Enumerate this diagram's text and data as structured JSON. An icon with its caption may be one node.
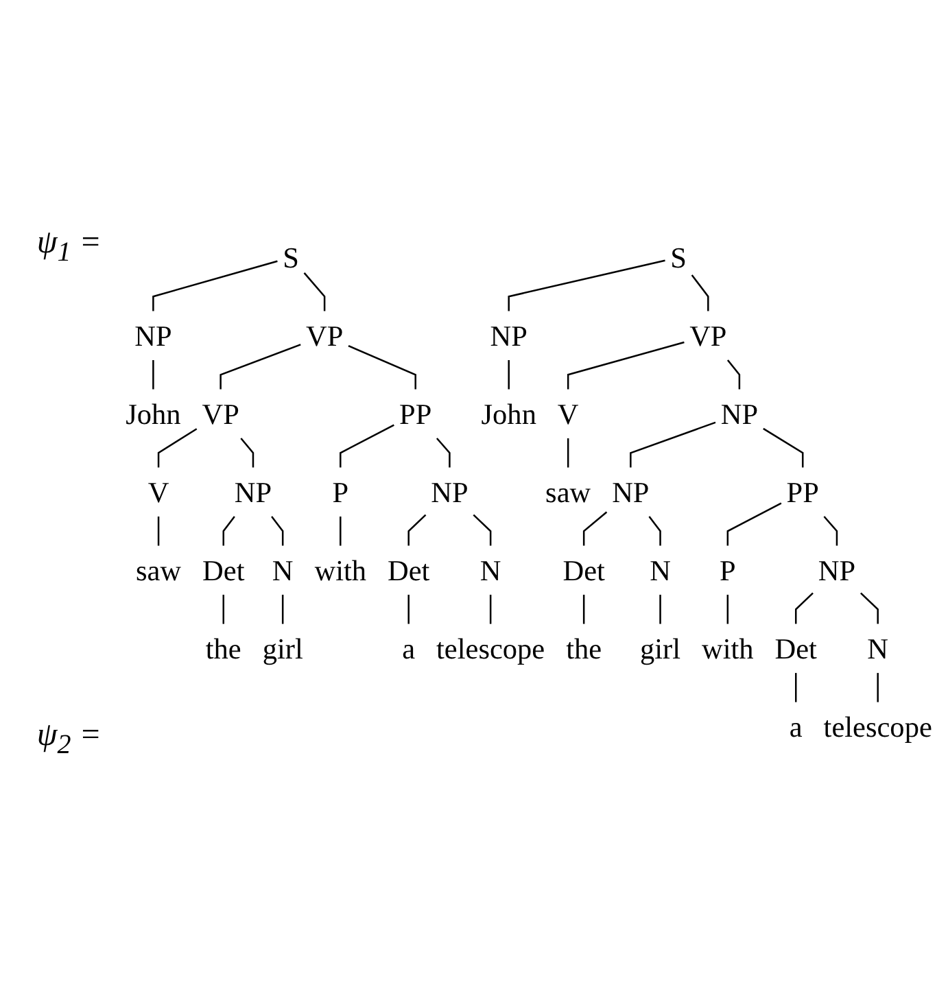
{
  "diagram": {
    "nodes": [
      {
        "text": [
          "S"
        ]
      },
      {
        "text": [
          "NP"
        ]
      },
      {
        "text": [
          "VP"
        ]
      },
      {
        "text": [
          "VP"
        ]
      },
      {
        "text": [
          "PP"
        ]
      },
      {
        "text": [
          "V"
        ]
      },
      {
        "text": [
          "NP"
        ]
      },
      {
        "text": [
          "P"
        ]
      },
      {
        "text": [
          "NP"
        ]
      },
      {
        "text": [
          "Det"
        ]
      },
      {
        "text": [
          "N"
        ]
      },
      {
        "text": [
          "Det"
        ]
      },
      {
        "text": [
          "N"
        ]
      },
      {
        "text": [
          "John"
        ]
      },
      {
        "text": [
          "saw"
        ]
      },
      {
        "text": [
          "the"
        ]
      },
      {
        "text": [
          "girl"
        ]
      },
      {
        "text": [
          "with"
        ]
      },
      {
        "text": [
          "a"
        ]
      },
      {
        "text": [
          "telescope"
        ]
      },
      {
        "text": [
          "S"
        ]
      },
      {
        "text": [
          "NP"
        ]
      },
      {
        "text": [
          "VP"
        ]
      },
      {
        "text": [
          "V"
        ]
      },
      {
        "text": [
          "NP"
        ]
      },
      {
        "text": [
          "NP"
        ]
      },
      {
        "text": [
          "PP"
        ]
      },
      {
        "text": [
          "Det"
        ]
      },
      {
        "text": [
          "N"
        ]
      },
      {
        "text": [
          "P"
        ]
      },
      {
        "text": [
          "NP"
        ]
      },
      {
        "text": [
          "Det"
        ]
      },
      {
        "text": [
          "N"
        ]
      },
      {
        "text": [
          "John"
        ]
      },
      {
        "text": [
          "saw"
        ]
      },
      {
        "text": [
          "the"
        ]
      },
      {
        "text": [
          "girl"
        ]
      },
      {
        "text": [
          "with"
        ]
      },
      {
        "text": [
          "a"
        ]
      },
      {
        "text": [
          "telescope"
        ]
      }
    ],
    "edges": [
      {
        "from": 0,
        "to": 1,
        "arrow": "none"
      },
      {
        "from": 0,
        "to": 2,
        "arrow": "none"
      },
      {
        "from": 1,
        "to": 13,
        "arrow": "none"
      },
      {
        "from": 2,
        "to": 3,
        "arrow": "none"
      },
      {
        "from": 2,
        "to": 4,
        "arrow": "none"
      },
      {
        "from": 3,
        "to": 5,
        "arrow": "none"
      },
      {
        "from": 3,
        "to": 6,
        "arrow": "none"
      },
      {
        "from": 5,
        "to": 14,
        "arrow": "none"
      },
      {
        "from": 6,
        "to": 9,
        "arrow": "none"
      },
      {
        "from": 6,
        "to": 10,
        "arrow": "none"
      },
      {
        "from": 9,
        "to": 15,
        "arrow": "none"
      },
      {
        "from": 10,
        "to": 16,
        "arrow": "none"
      },
      {
        "from": 4,
        "to": 7,
        "arrow": "none"
      },
      {
        "from": 4,
        "to": 8,
        "arrow": "none"
      },
      {
        "from": 7,
        "to": 17,
        "arrow": "none"
      },
      {
        "from": 8,
        "to": 11,
        "arrow": "none"
      },
      {
        "from": 8,
        "to": 12,
        "arrow": "none"
      },
      {
        "from": 11,
        "to": 18,
        "arrow": "none"
      },
      {
        "from": 12,
        "to": 19,
        "arrow": "none"
      },
      {
        "from": 20,
        "to": 21,
        "arrow": "none"
      },
      {
        "from": 20,
        "to": 22,
        "arrow": "none"
      },
      {
        "from": 21,
        "to": 33,
        "arrow": "none"
      },
      {
        "from": 22,
        "to": 23,
        "arrow": "none"
      },
      {
        "from": 22,
        "to": 24,
        "arrow": "none"
      },
      {
        "from": 23,
        "to": 34,
        "arrow": "none"
      },
      {
        "from": 24,
        "to": 25,
        "arrow": "none"
      },
      {
        "from": 24,
        "to": 26,
        "arrow": "none"
      },
      {
        "from": 25,
        "to": 27,
        "arrow": "none"
      },
      {
        "from": 25,
        "to": 28,
        "arrow": "none"
      },
      {
        "from": 27,
        "to": 35,
        "arrow": "none"
      },
      {
        "from": 28,
        "to": 36,
        "arrow": "none"
      },
      {
        "from": 26,
        "to": 29,
        "arrow": "none"
      },
      {
        "from": 26,
        "to": 30,
        "arrow": "none"
      },
      {
        "from": 29,
        "to": 37,
        "arrow": "none"
      },
      {
        "from": 30,
        "to": 31,
        "arrow": "none"
      },
      {
        "from": 30,
        "to": 32,
        "arrow": "none"
      },
      {
        "from": 31,
        "to": 38,
        "arrow": "none"
      },
      {
        "from": 32,
        "to": 39,
        "arrow": "none"
      }
    ],
    "labels": [
      "ψ$_{1}$ =",
      "ψ$_{2}$ ="
    ]
  }
}
